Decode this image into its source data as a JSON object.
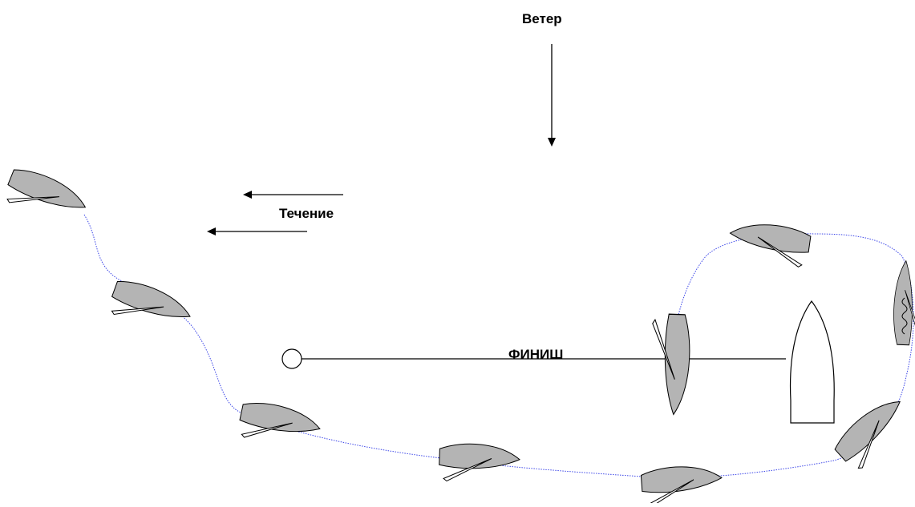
{
  "labels": {
    "wind": "Ветер",
    "current": "Течение",
    "finish": "ФИНИШ"
  },
  "colors": {
    "hull": "#b4b4b4",
    "track": "#3d47e8",
    "line": "#000000",
    "background": "#ffffff"
  }
}
